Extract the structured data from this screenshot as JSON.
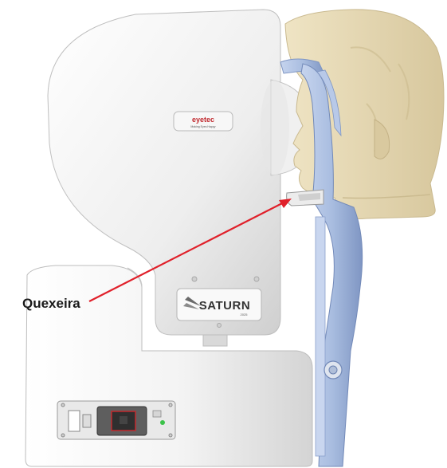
{
  "callout": {
    "label": "Quexeira",
    "color": "#e0202a"
  },
  "device": {
    "logo_text": "eyetec",
    "logo_subtext": "Making Eyes Happy",
    "model_plate": "SATURN",
    "model_plate_sub": "2025"
  },
  "colors": {
    "body_white": "#f4f4f4",
    "body_shadow": "#cfcfcf",
    "chinrest_blue": "#a9bde0",
    "chinrest_dark": "#7f96c3",
    "head_skin": "#e8dcb8",
    "port_panel": "#6e6e6e",
    "port_red": "#c0282d",
    "led_green": "#3cc24a"
  }
}
